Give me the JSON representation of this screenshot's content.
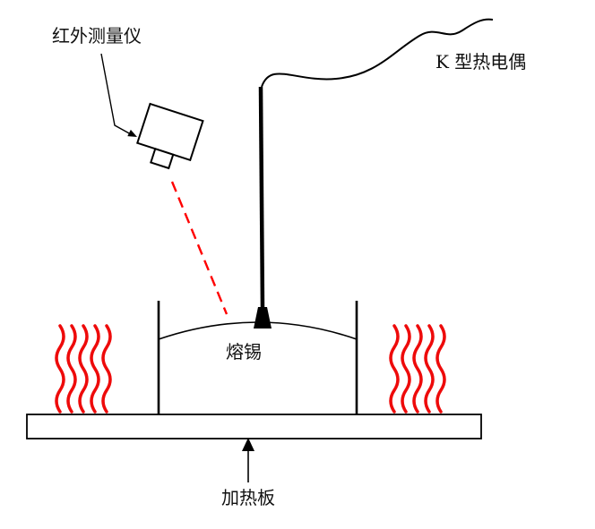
{
  "diagram": {
    "labels": {
      "infrared_meter": "红外测量仪",
      "thermocouple": "K 型热电偶",
      "molten_solder": "熔锡",
      "heating_plate": "加热板"
    },
    "colors": {
      "heat_wave": "#ee0a0a",
      "infrared_beam": "#ff0000",
      "outline": "#000000",
      "background": "#ffffff"
    }
  }
}
